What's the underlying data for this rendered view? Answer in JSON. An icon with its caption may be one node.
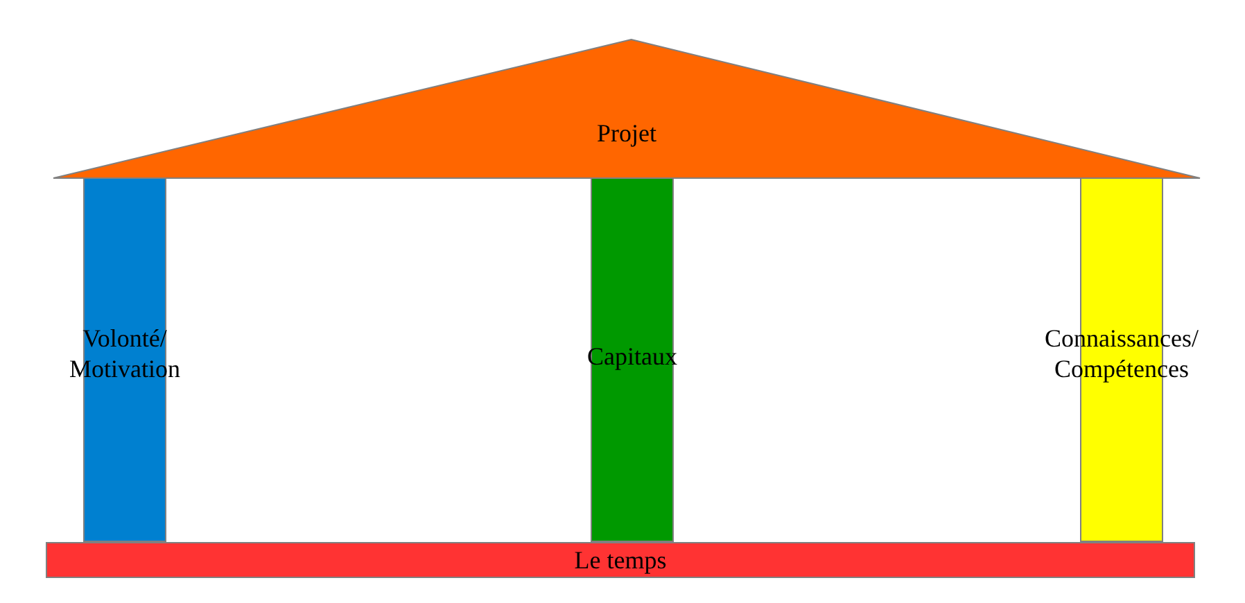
{
  "diagram": {
    "nodes": [
      {
        "text": [
          "Projet"
        ]
      },
      {
        "text": [
          "Volonté/ Motivation"
        ]
      },
      {
        "text": [
          "Capitaux"
        ]
      },
      {
        "text": [
          "Connaissances/ Compétences"
        ]
      },
      {
        "text": [
          "Le temps"
        ]
      }
    ]
  }
}
